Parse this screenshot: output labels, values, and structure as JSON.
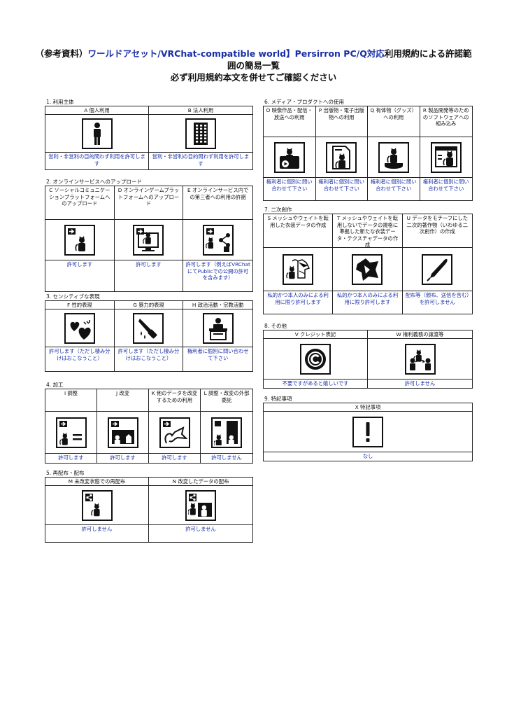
{
  "header": {
    "part1": "（参考資料）",
    "part2": "ワールドアセット/VRChat-compatible world】Persirron PC/Q対応",
    "part3": "利用規約による許諾範",
    "line2": "囲の簡易一覧",
    "line3": "必ず利用規約本文を併せてご確認ください"
  },
  "sections": {
    "s1": {
      "title": "1. 利用主体",
      "items": [
        {
          "label": "A 個人利用",
          "icon": "person-icon",
          "value": "営利・非営利の目的問わず利用を許可します"
        },
        {
          "label": "B 法人利用",
          "icon": "building-icon",
          "value": "営利・非営利の目的問わず利用を許可します"
        }
      ]
    },
    "s2": {
      "title": "2. オンラインサービスへのアップロード",
      "items": [
        {
          "label": "C ソーシャルコミュニケーションプラットフォームへのアップロード",
          "icon": "upload-social-icon",
          "value": "許可します"
        },
        {
          "label": "D オンラインゲームプラットフォームへのアップロード",
          "icon": "upload-game-icon",
          "value": "許可します"
        },
        {
          "label": "E オンラインサービス内での第三者への利用の許諾",
          "icon": "share-third-party-icon",
          "value": "許可します（例えばVRChatにてPublicでの公開の許可を含みます）"
        }
      ]
    },
    "s3": {
      "title": "3. センシティブな表現",
      "items": [
        {
          "label": "F 性的表現",
          "icon": "hearts-icon",
          "value": "許可します（ただし棲み分けはおこなうこと）"
        },
        {
          "label": "G 暴力的表現",
          "icon": "knife-icon",
          "value": "許可します（ただし棲み分けはおこなうこと）"
        },
        {
          "label": "H 政治活動・宗教活動",
          "icon": "podium-icon",
          "value": "権利者に個別に問い合わせて下さい"
        }
      ]
    },
    "s4": {
      "title": "4. 加工",
      "items": [
        {
          "label": "I 調整",
          "icon": "adjust-icon",
          "value": "許可します"
        },
        {
          "label": "J 改変",
          "icon": "modify-icon",
          "value": "許可します"
        },
        {
          "label": "K 他のデータを改変するための利用",
          "icon": "ribbon-icon",
          "value": "許可します"
        },
        {
          "label": "L 調整・改変の外部委託",
          "icon": "outsource-icon",
          "value": "許可しません"
        }
      ]
    },
    "s5": {
      "title": "5. 再配布・配布",
      "items": [
        {
          "label": "M 未改変状態での再配布",
          "icon": "share-box-icon",
          "value": "許可しません"
        },
        {
          "label": "N 改変したデータの配布",
          "icon": "share-modified-icon",
          "value": "許可しません"
        }
      ]
    },
    "s6": {
      "title": "6. メディア・プロダクトへの使用",
      "items": [
        {
          "label": "O 映像作品・配信・放送への利用",
          "icon": "video-icon",
          "value": "権利者に個別に問い合わせて下さい"
        },
        {
          "label": "P 出版物・電子出版物への利用",
          "icon": "document-icon",
          "value": "権利者に個別に問い合わせて下さい"
        },
        {
          "label": "Q 有体物（グッズ）への利用",
          "icon": "figure-icon",
          "value": "権利者に個別に問い合わせて下さい"
        },
        {
          "label": "R 製品開発等のためのソフトウェアへの組み込み",
          "icon": "software-icon",
          "value": "権利者に個別に問い合わせて下さい"
        }
      ]
    },
    "s7": {
      "title": "7. 二次創作",
      "items": [
        {
          "label": "S メッシュやウェイトを転用した衣装データの作成",
          "icon": "costume-mesh-icon",
          "value": "私的かつ本人のみによる利用に限り許可します"
        },
        {
          "label": "T メッシュやウェイトを転用しないでデータの規格に準拠した新たな衣装データ・テクスチャデータの作成",
          "icon": "new-costume-icon",
          "value": "私的かつ本人のみによる利用に限り許可します"
        },
        {
          "label": "U データをモチーフにした二次的著作物（いわゆる二次創作）の作成",
          "icon": "pen-icon",
          "value": "配布等（頒布、送信を含む）を許可しません"
        }
      ]
    },
    "s8": {
      "title": "8. その他",
      "items": [
        {
          "label": "V クレジット表記",
          "icon": "copyright-icon",
          "value": "不要ですがあると嬉しいです"
        },
        {
          "label": "W 権利義務の譲渡等",
          "icon": "transfer-icon",
          "value": "許可しません"
        }
      ]
    },
    "s9": {
      "title": "9. 特記事項",
      "items": [
        {
          "label": "X 特記事項",
          "icon": "exclamation-icon",
          "value": "なし"
        }
      ]
    }
  },
  "colors": {
    "value_text": "#1a2fa8",
    "border": "#222222"
  }
}
